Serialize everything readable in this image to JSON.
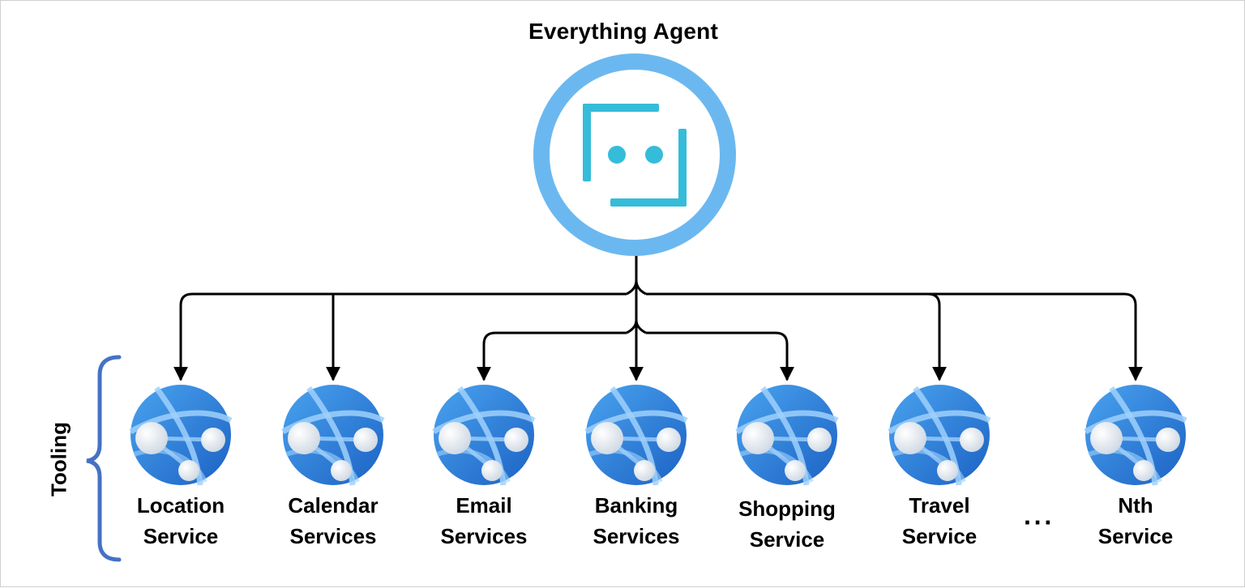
{
  "agent": {
    "title": "Everything Agent",
    "icon": "bot-icon"
  },
  "side_label": "Tooling",
  "services": [
    {
      "label": "Location\nService",
      "icon": "globe-network-icon"
    },
    {
      "label": "Calendar\nServices",
      "icon": "globe-network-icon"
    },
    {
      "label": "Email\nServices",
      "icon": "globe-network-icon"
    },
    {
      "label": "Banking\nServices",
      "icon": "globe-network-icon"
    },
    {
      "label": "Shopping\nService",
      "icon": "globe-network-icon"
    },
    {
      "label": "Travel\nService",
      "icon": "globe-network-icon"
    },
    {
      "label": "Nth\nService",
      "icon": "globe-network-icon"
    }
  ],
  "ellipsis": "···",
  "colors": {
    "agent_ring": "#6bb8f0",
    "agent_glyph": "#35bcd9",
    "globe_dark": "#1f6fd1",
    "globe_light": "#3d96ea",
    "brace": "#4472c4",
    "arrows": "#000000"
  }
}
